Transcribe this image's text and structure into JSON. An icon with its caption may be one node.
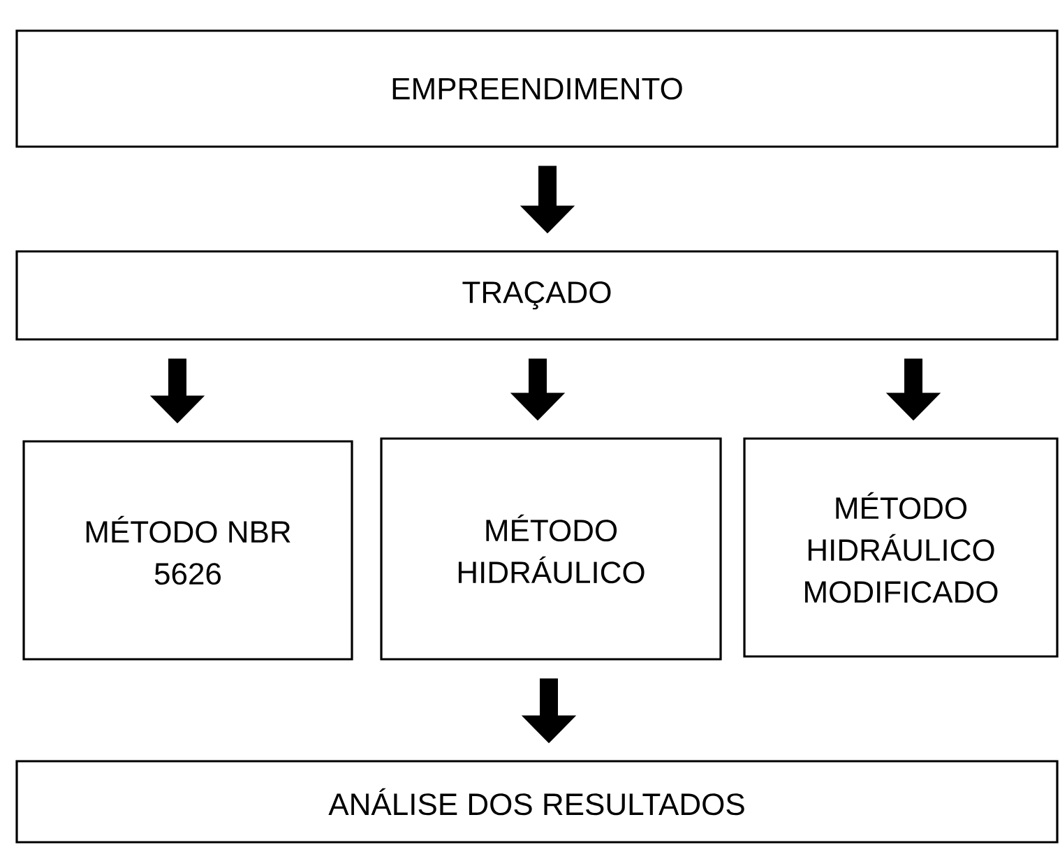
{
  "diagram": {
    "nodes": [
      {
        "text": [
          "EMPREENDIMENTO"
        ]
      },
      {
        "text": [
          "TRAÇADO"
        ]
      },
      {
        "text": [
          "MÉTODO NBR 5626"
        ]
      },
      {
        "text": [
          "MÉTODO HIDRÁULICO"
        ]
      },
      {
        "text": [
          "MÉTODO HIDRÁULICO MODIFICADO"
        ]
      },
      {
        "text": [
          "ANÁLISE DOS RESULTADOS"
        ]
      }
    ],
    "edges": [
      {
        "from": 0,
        "to": 1,
        "arrow": "to"
      },
      {
        "from": 1,
        "to": 2,
        "arrow": "to"
      },
      {
        "from": 1,
        "to": 3,
        "arrow": "to"
      },
      {
        "from": 1,
        "to": 4,
        "arrow": "to"
      },
      {
        "from": 3,
        "to": 5,
        "arrow": "to"
      }
    ]
  }
}
